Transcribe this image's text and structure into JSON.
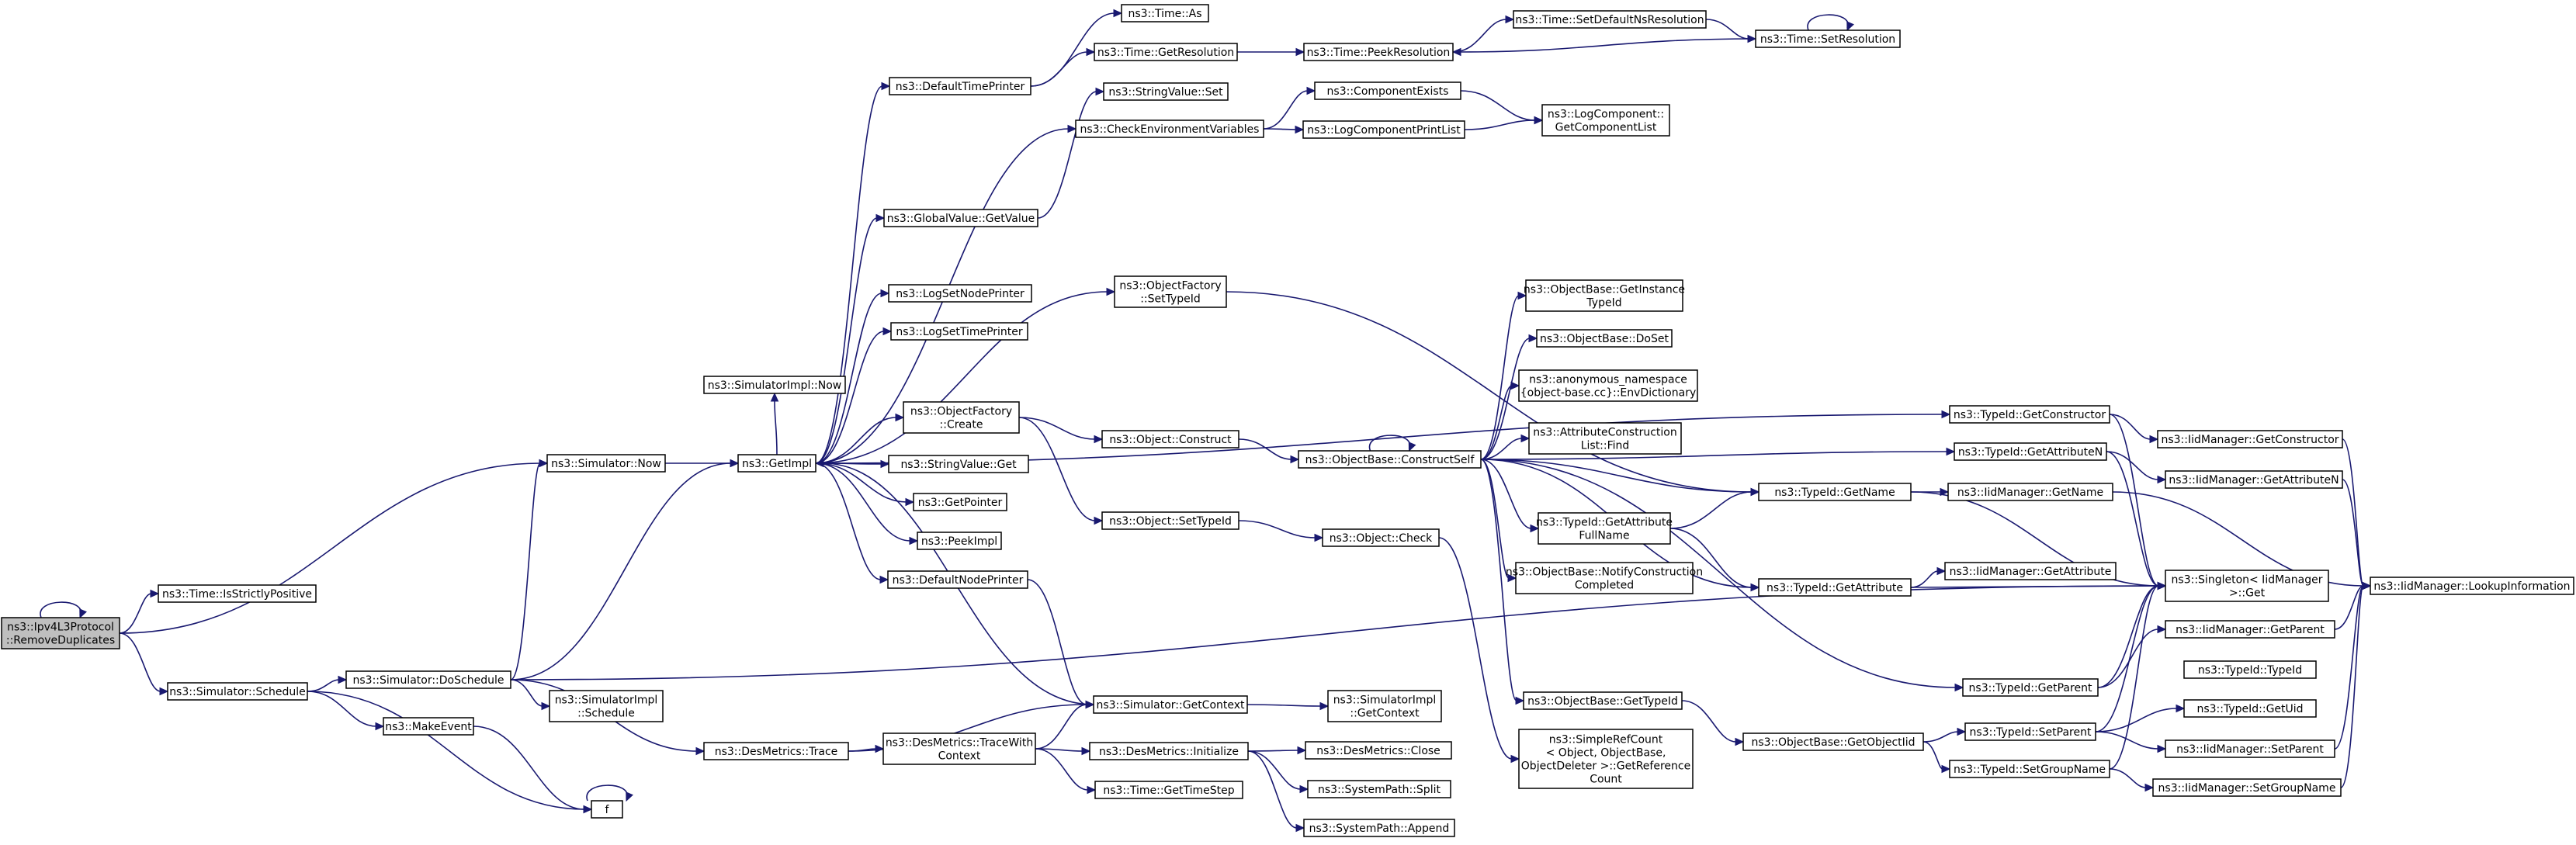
{
  "colors": {
    "edge": "#191970",
    "root_fill": "#bfbfbf",
    "node_fill": "#ffffff",
    "node_border": "#000000"
  },
  "nodes": {
    "root": [
      "ns3::Ipv4L3Protocol",
      "::RemoveDuplicates"
    ],
    "time_isstrictlypositive": [
      "ns3::Time::IsStrictlyPositive"
    ],
    "simulator_now": [
      "ns3::Simulator::Now"
    ],
    "simulator_schedule": [
      "ns3::Simulator::Schedule"
    ],
    "simulatorimpl_now": [
      "ns3::SimulatorImpl::Now"
    ],
    "getimpl": [
      "ns3::GetImpl"
    ],
    "simulator_doschedule": [
      "ns3::Simulator::DoSchedule"
    ],
    "makeevent": [
      "ns3::MakeEvent"
    ],
    "f": [
      "f"
    ],
    "simulatorimpl_schedule": [
      "ns3::SimulatorImpl",
      "::Schedule"
    ],
    "desmetrics_trace": [
      "ns3::DesMetrics::Trace"
    ],
    "defaulttimeprinter": [
      "ns3::DefaultTimePrinter"
    ],
    "globalvalue_getvalue": [
      "ns3::GlobalValue::GetValue"
    ],
    "logsetnodeprinter": [
      "ns3::LogSetNodePrinter"
    ],
    "logsettimeprinter": [
      "ns3::LogSetTimePrinter"
    ],
    "objectfactory_create": [
      "ns3::ObjectFactory",
      "::Create"
    ],
    "stringvalue_get": [
      "ns3::StringValue::Get"
    ],
    "getpointer": [
      "ns3::GetPointer"
    ],
    "peekimpl": [
      "ns3::PeekImpl"
    ],
    "defaultnodeprinter": [
      "ns3::DefaultNodePrinter"
    ],
    "desmetrics_tracewithcontext": [
      "ns3::DesMetrics::TraceWith",
      "Context"
    ],
    "time_as": [
      "ns3::Time::As"
    ],
    "time_getresolution": [
      "ns3::Time::GetResolution"
    ],
    "stringvalue_set": [
      "ns3::StringValue::Set"
    ],
    "checkenvironmentvariables": [
      "ns3::CheckEnvironmentVariables"
    ],
    "objectfactory_settypeid": [
      "ns3::ObjectFactory",
      "::SetTypeId"
    ],
    "object_construct": [
      "ns3::Object::Construct"
    ],
    "object_settypeid": [
      "ns3::Object::SetTypeId"
    ],
    "simulator_getcontext": [
      "ns3::Simulator::GetContext"
    ],
    "desmetrics_initialize": [
      "ns3::DesMetrics::Initialize"
    ],
    "time_gettimestep": [
      "ns3::Time::GetTimeStep"
    ],
    "time_peekresolution": [
      "ns3::Time::PeekResolution"
    ],
    "componentexists": [
      "ns3::ComponentExists"
    ],
    "logcomponentprintlist": [
      "ns3::LogComponentPrintList"
    ],
    "objectbase_constructself": [
      "ns3::ObjectBase::ConstructSelf"
    ],
    "object_check": [
      "ns3::Object::Check"
    ],
    "simulatorimpl_getcontext": [
      "ns3::SimulatorImpl",
      "::GetContext"
    ],
    "desmetrics_close": [
      "ns3::DesMetrics::Close"
    ],
    "systempath_split": [
      "ns3::SystemPath::Split"
    ],
    "systempath_append": [
      "ns3::SystemPath::Append"
    ],
    "time_setdefaultnsresolution": [
      "ns3::Time::SetDefaultNsResolution"
    ],
    "time_setresolution": [
      "ns3::Time::SetResolution"
    ],
    "logcomponent_getcomponentlist": [
      "ns3::LogComponent::",
      "GetComponentList"
    ],
    "objectbase_getinstancetypeid": [
      "ns3::ObjectBase::GetInstance",
      "TypeId"
    ],
    "objectbase_doset": [
      "ns3::ObjectBase::DoSet"
    ],
    "envdictionary": [
      "ns3::anonymous_namespace",
      "{object-base.cc}::EnvDictionary"
    ],
    "attributeconstructionlist_find": [
      "ns3::AttributeConstruction",
      "List::Find"
    ],
    "typeid_getattributefullname": [
      "ns3::TypeId::GetAttribute",
      "FullName"
    ],
    "objectbase_notifyconstructioncompleted": [
      "ns3::ObjectBase::NotifyConstruction",
      "Completed"
    ],
    "objectbase_gettypeid": [
      "ns3::ObjectBase::GetTypeId"
    ],
    "simplerefcount_getreferencecount": [
      "ns3::SimpleRefCount",
      "< Object, ObjectBase,",
      "ObjectDeleter >::GetReference",
      "Count"
    ],
    "typeid_getconstructor": [
      "ns3::TypeId::GetConstructor"
    ],
    "typeid_getattributen": [
      "ns3::TypeId::GetAttributeN"
    ],
    "typeid_getname": [
      "ns3::TypeId::GetName"
    ],
    "typeid_getattribute": [
      "ns3::TypeId::GetAttribute"
    ],
    "typeid_getparent": [
      "ns3::TypeId::GetParent"
    ],
    "objectbase_getobjectiid": [
      "ns3::ObjectBase::GetObjectIid"
    ],
    "typeid_setparent": [
      "ns3::TypeId::SetParent"
    ],
    "typeid_setgroupname": [
      "ns3::TypeId::SetGroupName"
    ],
    "iidmanager_getconstructor": [
      "ns3::IidManager::GetConstructor"
    ],
    "iidmanager_getattributen": [
      "ns3::IidManager::GetAttributeN"
    ],
    "iidmanager_getname": [
      "ns3::IidManager::GetName"
    ],
    "iidmanager_getattribute": [
      "ns3::IidManager::GetAttribute"
    ],
    "singleton_get": [
      "ns3::Singleton< IidManager",
      ">::Get"
    ],
    "iidmanager_getparent": [
      "ns3::IidManager::GetParent"
    ],
    "typeid_typeid": [
      "ns3::TypeId::TypeId"
    ],
    "typeid_getuid": [
      "ns3::TypeId::GetUid"
    ],
    "iidmanager_setparent": [
      "ns3::IidManager::SetParent"
    ],
    "iidmanager_setgroupname": [
      "ns3::IidManager::SetGroupName"
    ],
    "iidmanager_lookupinformation": [
      "ns3::IidManager::LookupInformation"
    ]
  },
  "edges": [
    [
      "root",
      "root"
    ],
    [
      "root",
      "time_isstrictlypositive"
    ],
    [
      "root",
      "simulator_now"
    ],
    [
      "root",
      "simulator_schedule"
    ],
    [
      "simulator_now",
      "getimpl"
    ],
    [
      "simulator_schedule",
      "simulator_doschedule"
    ],
    [
      "simulator_schedule",
      "makeevent"
    ],
    [
      "simulator_schedule",
      "f"
    ],
    [
      "simulator_doschedule",
      "simulator_now"
    ],
    [
      "simulator_doschedule",
      "getimpl"
    ],
    [
      "simulator_doschedule",
      "simulatorimpl_schedule"
    ],
    [
      "simulator_doschedule",
      "desmetrics_trace"
    ],
    [
      "simulator_doschedule",
      "singleton_get"
    ],
    [
      "makeevent",
      "f"
    ],
    [
      "f",
      "f"
    ],
    [
      "getimpl",
      "defaulttimeprinter"
    ],
    [
      "getimpl",
      "globalvalue_getvalue"
    ],
    [
      "getimpl",
      "logsetnodeprinter"
    ],
    [
      "getimpl",
      "logsettimeprinter"
    ],
    [
      "getimpl",
      "objectfactory_create"
    ],
    [
      "getimpl",
      "stringvalue_get"
    ],
    [
      "getimpl",
      "getpointer"
    ],
    [
      "getimpl",
      "peekimpl"
    ],
    [
      "getimpl",
      "defaultnodeprinter"
    ],
    [
      "getimpl",
      "checkenvironmentvariables"
    ],
    [
      "getimpl",
      "objectfactory_settypeid"
    ],
    [
      "getimpl",
      "simulatorimpl_now"
    ],
    [
      "getimpl",
      "typeid_getconstructor"
    ],
    [
      "defaulttimeprinter",
      "time_as"
    ],
    [
      "defaulttimeprinter",
      "time_getresolution"
    ],
    [
      "globalvalue_getvalue",
      "stringvalue_set"
    ],
    [
      "objectfactory_create",
      "object_construct"
    ],
    [
      "objectfactory_create",
      "object_settypeid"
    ],
    [
      "objectfactory_settypeid",
      "typeid_getname"
    ],
    [
      "defaultnodeprinter",
      "simulator_getcontext"
    ],
    [
      "desmetrics_trace",
      "simulator_getcontext"
    ],
    [
      "desmetrics_trace",
      "desmetrics_tracewithcontext"
    ],
    [
      "desmetrics_tracewithcontext",
      "simulator_getcontext"
    ],
    [
      "desmetrics_tracewithcontext",
      "desmetrics_initialize"
    ],
    [
      "desmetrics_tracewithcontext",
      "time_gettimestep"
    ],
    [
      "simulator_getcontext",
      "getimpl"
    ],
    [
      "simulator_getcontext",
      "simulatorimpl_getcontext"
    ],
    [
      "time_getresolution",
      "time_peekresolution"
    ],
    [
      "checkenvironmentvariables",
      "componentexists"
    ],
    [
      "checkenvironmentvariables",
      "logcomponentprintlist"
    ],
    [
      "componentexists",
      "logcomponent_getcomponentlist"
    ],
    [
      "logcomponentprintlist",
      "logcomponent_getcomponentlist"
    ],
    [
      "object_construct",
      "objectbase_constructself"
    ],
    [
      "object_settypeid",
      "object_check"
    ],
    [
      "object_check",
      "simplerefcount_getreferencecount"
    ],
    [
      "desmetrics_initialize",
      "desmetrics_close"
    ],
    [
      "desmetrics_initialize",
      "systempath_split"
    ],
    [
      "desmetrics_initialize",
      "systempath_append"
    ],
    [
      "time_peekresolution",
      "time_setdefaultnsresolution"
    ],
    [
      "time_setdefaultnsresolution",
      "time_setresolution"
    ],
    [
      "time_setresolution",
      "time_setresolution"
    ],
    [
      "time_setresolution",
      "time_peekresolution"
    ],
    [
      "objectbase_constructself",
      "objectbase_getinstancetypeid"
    ],
    [
      "objectbase_constructself",
      "objectbase_doset"
    ],
    [
      "objectbase_constructself",
      "envdictionary"
    ],
    [
      "objectbase_constructself",
      "attributeconstructionlist_find"
    ],
    [
      "objectbase_constructself",
      "typeid_getattributefullname"
    ],
    [
      "objectbase_constructself",
      "objectbase_notifyconstructioncompleted"
    ],
    [
      "objectbase_constructself",
      "objectbase_gettypeid"
    ],
    [
      "objectbase_constructself",
      "typeid_getname"
    ],
    [
      "objectbase_constructself",
      "typeid_getattribute"
    ],
    [
      "objectbase_constructself",
      "typeid_getparent"
    ],
    [
      "objectbase_constructself",
      "typeid_getattributen"
    ],
    [
      "objectbase_constructself",
      "objectbase_constructself"
    ],
    [
      "typeid_getattributefullname",
      "typeid_getname"
    ],
    [
      "typeid_getattributefullname",
      "typeid_getattribute"
    ],
    [
      "objectbase_gettypeid",
      "objectbase_getobjectiid"
    ],
    [
      "objectbase_getobjectiid",
      "typeid_setparent"
    ],
    [
      "objectbase_getobjectiid",
      "typeid_setgroupname"
    ],
    [
      "typeid_getconstructor",
      "iidmanager_getconstructor"
    ],
    [
      "typeid_getconstructor",
      "singleton_get"
    ],
    [
      "typeid_getattributen",
      "iidmanager_getattributen"
    ],
    [
      "typeid_getattributen",
      "singleton_get"
    ],
    [
      "typeid_getname",
      "iidmanager_getname"
    ],
    [
      "typeid_getname",
      "singleton_get"
    ],
    [
      "typeid_getattribute",
      "iidmanager_getattribute"
    ],
    [
      "typeid_getattribute",
      "singleton_get"
    ],
    [
      "typeid_getparent",
      "iidmanager_getparent"
    ],
    [
      "typeid_getparent",
      "singleton_get"
    ],
    [
      "typeid_setparent",
      "typeid_getuid"
    ],
    [
      "typeid_setparent",
      "iidmanager_setparent"
    ],
    [
      "typeid_setparent",
      "singleton_get"
    ],
    [
      "typeid_setgroupname",
      "iidmanager_setgroupname"
    ],
    [
      "typeid_setgroupname",
      "singleton_get"
    ],
    [
      "iidmanager_getconstructor",
      "iidmanager_lookupinformation"
    ],
    [
      "iidmanager_getattributen",
      "iidmanager_lookupinformation"
    ],
    [
      "iidmanager_getname",
      "iidmanager_lookupinformation"
    ],
    [
      "iidmanager_getparent",
      "iidmanager_lookupinformation"
    ],
    [
      "iidmanager_setparent",
      "iidmanager_lookupinformation"
    ],
    [
      "iidmanager_setgroupname",
      "iidmanager_lookupinformation"
    ]
  ]
}
